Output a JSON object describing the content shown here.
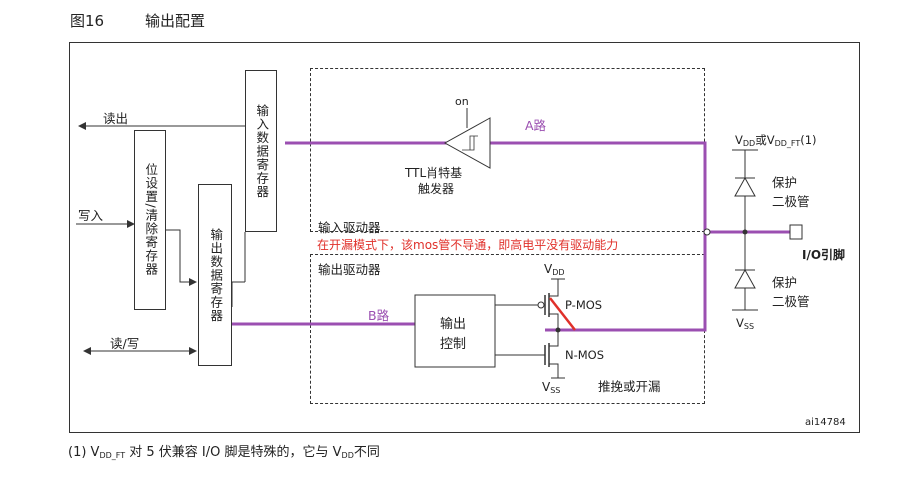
{
  "figure": {
    "number": "图16",
    "title": "输出配置"
  },
  "labels": {
    "read_out": "读出",
    "write_in": "写入",
    "read_write": "读/写",
    "input_data_reg": "输入数据寄存器",
    "bit_set_reset_reg": "位设置/清除寄存器",
    "output_data_reg": "输出数据寄存器",
    "on": "on",
    "ttl_trigger_line1": "TTL肖特基",
    "ttl_trigger_line2": "触发器",
    "input_driver": "输入驱动器",
    "output_driver": "输出驱动器",
    "path_a": "A路",
    "path_b": "B路",
    "red_note": "在开漏模式下，该mos管不导通，即高电平没有驱动能力",
    "output_control_line1": "输出",
    "output_control_line2": "控制",
    "vdd_main": "V",
    "vdd_sub": "DD",
    "vss_main": "V",
    "vss_sub": "SS",
    "pmos": "P-MOS",
    "nmos": "N-MOS",
    "push_pull": "推挽或开漏",
    "vdd_or_vddft_pre": "V",
    "vdd_or_vddft_sub1": "DD",
    "vdd_or_vddft_mid": "或V",
    "vdd_or_vddft_sub2": "DD_FT",
    "vdd_or_vddft_post": "(1)",
    "protect_diode_1a": "保护",
    "protect_diode_1b": "二极管",
    "protect_diode_2a": "保护",
    "protect_diode_2b": "二极管",
    "io_pin": "I/O引脚",
    "vss_right_main": "V",
    "vss_right_sub": "SS",
    "ref_code": "ai14784"
  },
  "footnote": {
    "pre": "(1) V",
    "sub1": "DD_FT",
    "mid": " 对 5 伏兼容 I/O 脚是特殊的，它与 V",
    "sub2": "DD",
    "post": "不同"
  },
  "colors": {
    "purple": "#9b4fb1",
    "red": "#e0302a",
    "line": "#333333"
  }
}
